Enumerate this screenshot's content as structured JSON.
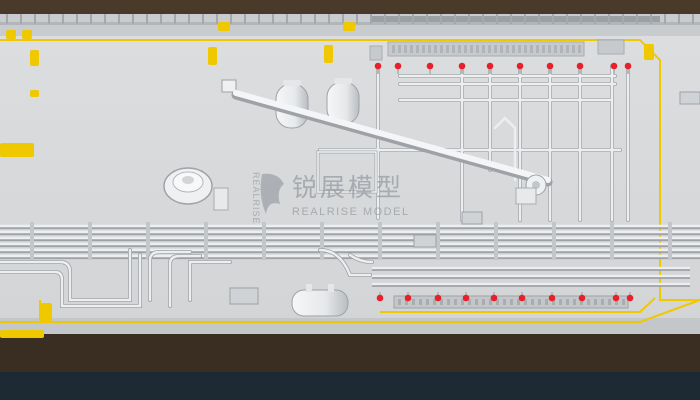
{
  "scene": {
    "subject": "ship-deck-scale-model",
    "colors": {
      "deck": "#d8dadc",
      "deck_edge": "#c9cbcd",
      "pipe": "#eceeef",
      "pipe_shadow": "#9ea2a6",
      "yellow": "#f0c800",
      "valve_red": "#e8202a",
      "wood": "#3b2f22",
      "hull_shadow": "#2a2520"
    }
  },
  "watermark": {
    "cn": "锐展模型",
    "en": "REALRISE MODEL",
    "side": "REALRISE"
  }
}
